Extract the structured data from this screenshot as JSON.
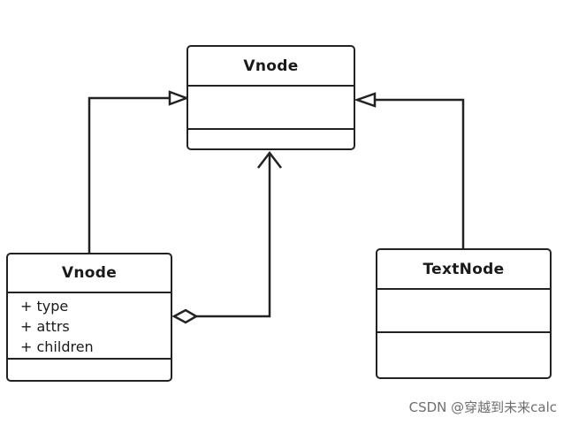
{
  "classes": {
    "parent": {
      "name": "Vnode",
      "attributes": [],
      "methods": []
    },
    "child_vnode": {
      "name": "Vnode",
      "attributes": [
        "+ type",
        "+ attrs",
        "+ children"
      ],
      "methods": []
    },
    "text_node": {
      "name": "TextNode",
      "attributes": [],
      "methods": []
    }
  },
  "relations": [
    {
      "from": "child_vnode",
      "to": "parent",
      "kind": "generalization"
    },
    {
      "from": "text_node",
      "to": "parent",
      "kind": "generalization"
    },
    {
      "from": "child_vnode",
      "to": "parent",
      "kind": "aggregation"
    }
  ],
  "watermark": "CSDN @穿越到未来calc"
}
